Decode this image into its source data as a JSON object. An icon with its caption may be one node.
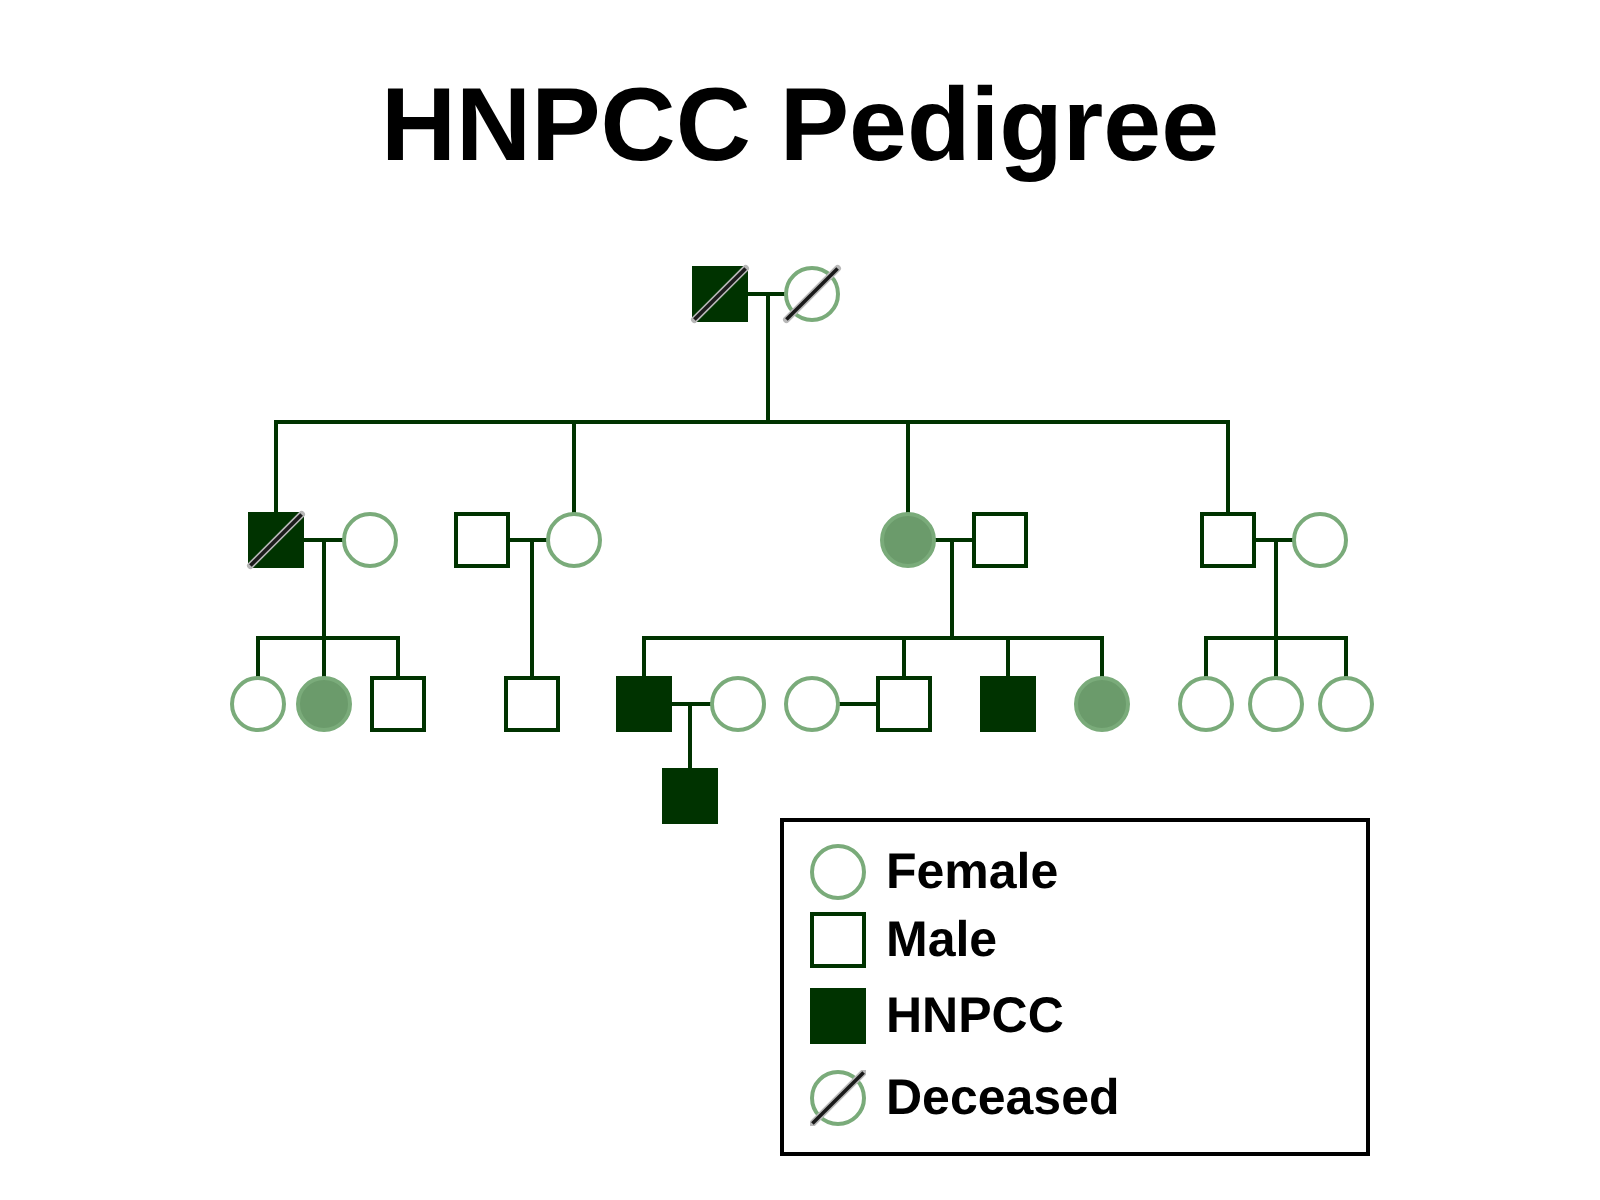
{
  "diagram": {
    "title": "HNPCC Pedigree",
    "nodes": [
      {
        "text": [],
        "shape": "square"
      },
      {
        "text": [],
        "shape": "circle"
      },
      {
        "text": [],
        "shape": "square"
      },
      {
        "text": [],
        "shape": "circle"
      },
      {
        "text": [],
        "shape": "square"
      },
      {
        "text": [],
        "shape": "circle"
      },
      {
        "text": [],
        "shape": "circle"
      },
      {
        "text": [],
        "shape": "square"
      },
      {
        "text": [],
        "shape": "square"
      },
      {
        "text": [],
        "shape": "circle"
      },
      {
        "text": [],
        "shape": "circle"
      },
      {
        "text": [],
        "shape": "circle"
      },
      {
        "text": [],
        "shape": "square"
      },
      {
        "text": [],
        "shape": "square"
      },
      {
        "text": [],
        "shape": "square"
      },
      {
        "text": [],
        "shape": "circle"
      },
      {
        "text": [],
        "shape": "circle"
      },
      {
        "text": [],
        "shape": "square"
      },
      {
        "text": [],
        "shape": "square"
      },
      {
        "text": [],
        "shape": "circle"
      },
      {
        "text": [],
        "shape": "circle"
      },
      {
        "text": [],
        "shape": "circle"
      },
      {
        "text": [],
        "shape": "circle"
      },
      {
        "text": [],
        "shape": "square"
      }
    ],
    "edges": [
      {
        "from": 0,
        "to": 1,
        "arrow": "none"
      },
      {
        "from": 0,
        "to": 2,
        "arrow": "none"
      },
      {
        "from": 1,
        "to": 2,
        "arrow": "none"
      },
      {
        "from": 0,
        "to": 5,
        "arrow": "none"
      },
      {
        "from": 1,
        "to": 5,
        "arrow": "none"
      },
      {
        "from": 0,
        "to": 6,
        "arrow": "none"
      },
      {
        "from": 1,
        "to": 6,
        "arrow": "none"
      },
      {
        "from": 0,
        "to": 8,
        "arrow": "none"
      },
      {
        "from": 1,
        "to": 8,
        "arrow": "none"
      },
      {
        "from": 2,
        "to": 3,
        "arrow": "none"
      },
      {
        "from": 4,
        "to": 5,
        "arrow": "none"
      },
      {
        "from": 6,
        "to": 7,
        "arrow": "none"
      },
      {
        "from": 8,
        "to": 9,
        "arrow": "none"
      },
      {
        "from": 2,
        "to": 10,
        "arrow": "none"
      },
      {
        "from": 3,
        "to": 10,
        "arrow": "none"
      },
      {
        "from": 2,
        "to": 11,
        "arrow": "none"
      },
      {
        "from": 3,
        "to": 11,
        "arrow": "none"
      },
      {
        "from": 2,
        "to": 12,
        "arrow": "none"
      },
      {
        "from": 3,
        "to": 12,
        "arrow": "none"
      },
      {
        "from": 4,
        "to": 13,
        "arrow": "none"
      },
      {
        "from": 5,
        "to": 13,
        "arrow": "none"
      },
      {
        "from": 6,
        "to": 14,
        "arrow": "none"
      },
      {
        "from": 7,
        "to": 14,
        "arrow": "none"
      },
      {
        "from": 6,
        "to": 17,
        "arrow": "none"
      },
      {
        "from": 7,
        "to": 17,
        "arrow": "none"
      },
      {
        "from": 6,
        "to": 18,
        "arrow": "none"
      },
      {
        "from": 7,
        "to": 18,
        "arrow": "none"
      },
      {
        "from": 6,
        "to": 19,
        "arrow": "none"
      },
      {
        "from": 7,
        "to": 19,
        "arrow": "none"
      },
      {
        "from": 8,
        "to": 20,
        "arrow": "none"
      },
      {
        "from": 9,
        "to": 20,
        "arrow": "none"
      },
      {
        "from": 8,
        "to": 21,
        "arrow": "none"
      },
      {
        "from": 9,
        "to": 21,
        "arrow": "none"
      },
      {
        "from": 8,
        "to": 22,
        "arrow": "none"
      },
      {
        "from": 9,
        "to": 22,
        "arrow": "none"
      },
      {
        "from": 14,
        "to": 15,
        "arrow": "none"
      },
      {
        "from": 16,
        "to": 17,
        "arrow": "none"
      },
      {
        "from": 14,
        "to": 23,
        "arrow": "none"
      },
      {
        "from": 15,
        "to": 23,
        "arrow": "none"
      }
    ],
    "legend": [
      {
        "text": "Female"
      },
      {
        "text": "Male"
      },
      {
        "text": "HNPCC",
        "color": "#003300"
      },
      {
        "text": "Deceased"
      }
    ]
  }
}
